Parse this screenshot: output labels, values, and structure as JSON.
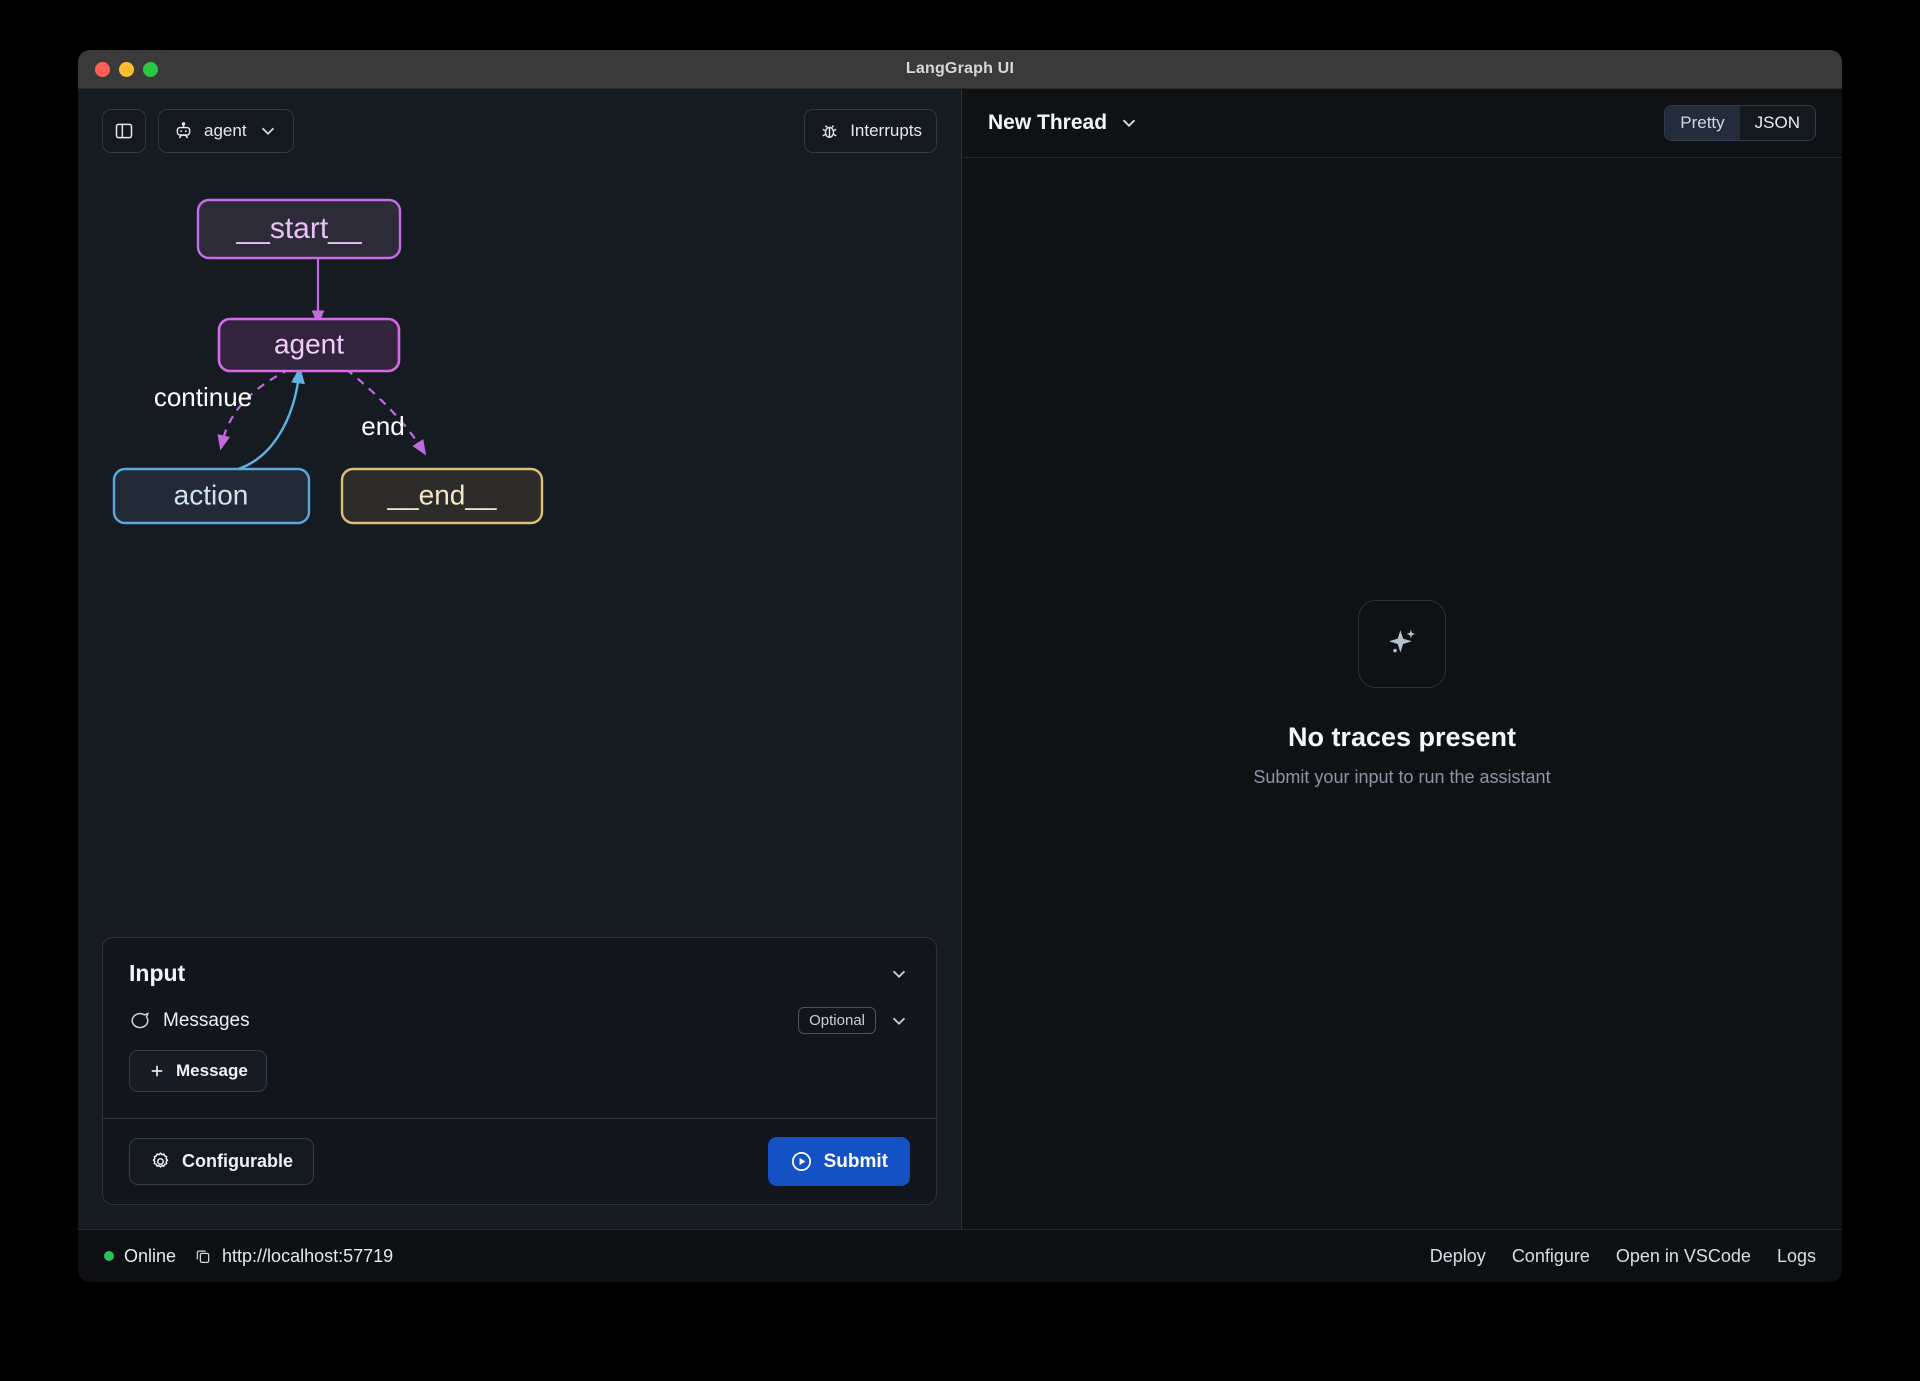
{
  "window": {
    "title": "LangGraph UI",
    "traffic_lights": [
      "close",
      "minimize",
      "zoom"
    ],
    "colors": {
      "close": "#ff5f56",
      "minimize": "#ffbd2e",
      "zoom": "#27c93f",
      "titlebar": "#3a3a3a",
      "left_pane_bg": "#161b22",
      "right_pane_bg": "#0f1115",
      "accent_submit": "#1452c4",
      "status_online": "#22c55e"
    }
  },
  "left_toolbar": {
    "sidebar_toggle_icon": "panel-left-icon",
    "assistant_icon": "bot-icon",
    "assistant_label": "agent",
    "assistant_chevron_icon": "chevron-down-icon",
    "interrupts_icon": "bug-icon",
    "interrupts_label": "Interrupts"
  },
  "graph": {
    "nodes": [
      {
        "id": "start",
        "label": "__start__",
        "border": "#c56ce6",
        "fill": "#2e2b39",
        "text": "#e9c3f7"
      },
      {
        "id": "agent",
        "label": "agent",
        "border": "#d36ae8",
        "fill": "#33243d",
        "text": "#f0cdfb"
      },
      {
        "id": "action",
        "label": "action",
        "border": "#5aa9dd",
        "fill": "#222a35",
        "text": "#cfe3f2"
      },
      {
        "id": "end",
        "label": "__end__",
        "border": "#dcc078",
        "fill": "#2d2c2a",
        "text": "#f3e7c4"
      }
    ],
    "edges": [
      {
        "from": "start",
        "to": "agent",
        "label": "",
        "style": "solid",
        "color": "#c56ce6"
      },
      {
        "from": "agent",
        "to": "action",
        "label": "continue",
        "style": "dashed",
        "color": "#c56ce6"
      },
      {
        "from": "agent",
        "to": "end",
        "label": "end",
        "style": "dashed",
        "color": "#c56ce6"
      },
      {
        "from": "action",
        "to": "agent",
        "label": "",
        "style": "solid",
        "color": "#5aa9dd"
      }
    ]
  },
  "input_panel": {
    "title": "Input",
    "collapse_icon": "chevron-down-icon",
    "messages_icon": "message-bubble-icon",
    "messages_label": "Messages",
    "messages_badge": "Optional",
    "messages_chevron_icon": "chevron-down-icon",
    "add_message_icon": "plus-icon",
    "add_message_label": "Message",
    "configurable_icon": "gear-icon",
    "configurable_label": "Configurable",
    "submit_icon": "play-circle-icon",
    "submit_label": "Submit"
  },
  "right_panel": {
    "thread_label": "New Thread",
    "thread_chevron_icon": "chevron-down-icon",
    "view_modes": [
      {
        "label": "Pretty",
        "active": true
      },
      {
        "label": "JSON",
        "active": false
      }
    ],
    "empty_state": {
      "icon": "sparkles-icon",
      "title": "No traces present",
      "subtitle": "Submit your input to run the assistant"
    }
  },
  "status_bar": {
    "status_icon": "status-dot-icon",
    "status_label": "Online",
    "copy_icon": "copy-icon",
    "url": "http://localhost:57719",
    "links": [
      "Deploy",
      "Configure",
      "Open in VSCode",
      "Logs"
    ]
  }
}
